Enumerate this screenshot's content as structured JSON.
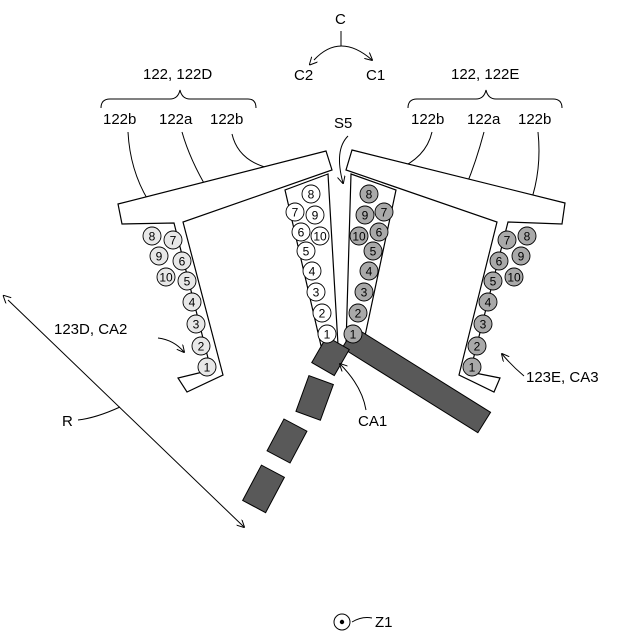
{
  "labels": {
    "c": "C",
    "c1": "C1",
    "c2": "C2",
    "left_tooth": "122, 122D",
    "right_tooth": "122, 122E",
    "left_122b_a": "122b",
    "left_122a": "122a",
    "left_122b_b": "122b",
    "right_122b_a": "122b",
    "right_122a": "122a",
    "right_122b_b": "122b",
    "s5": "S5",
    "left_slot": "123D, CA2",
    "right_slot": "123E, CA3",
    "r": "R",
    "ca1": "CA1",
    "z1": "Z1"
  },
  "coil_numbers": [
    "1",
    "2",
    "3",
    "4",
    "5",
    "6",
    "7",
    "8",
    "9",
    "10"
  ],
  "colors": {
    "line": "#000000",
    "coil_light": "#e8e8e8",
    "coil_dark": "#a9a9a9",
    "conductor_bar": "#595959"
  }
}
